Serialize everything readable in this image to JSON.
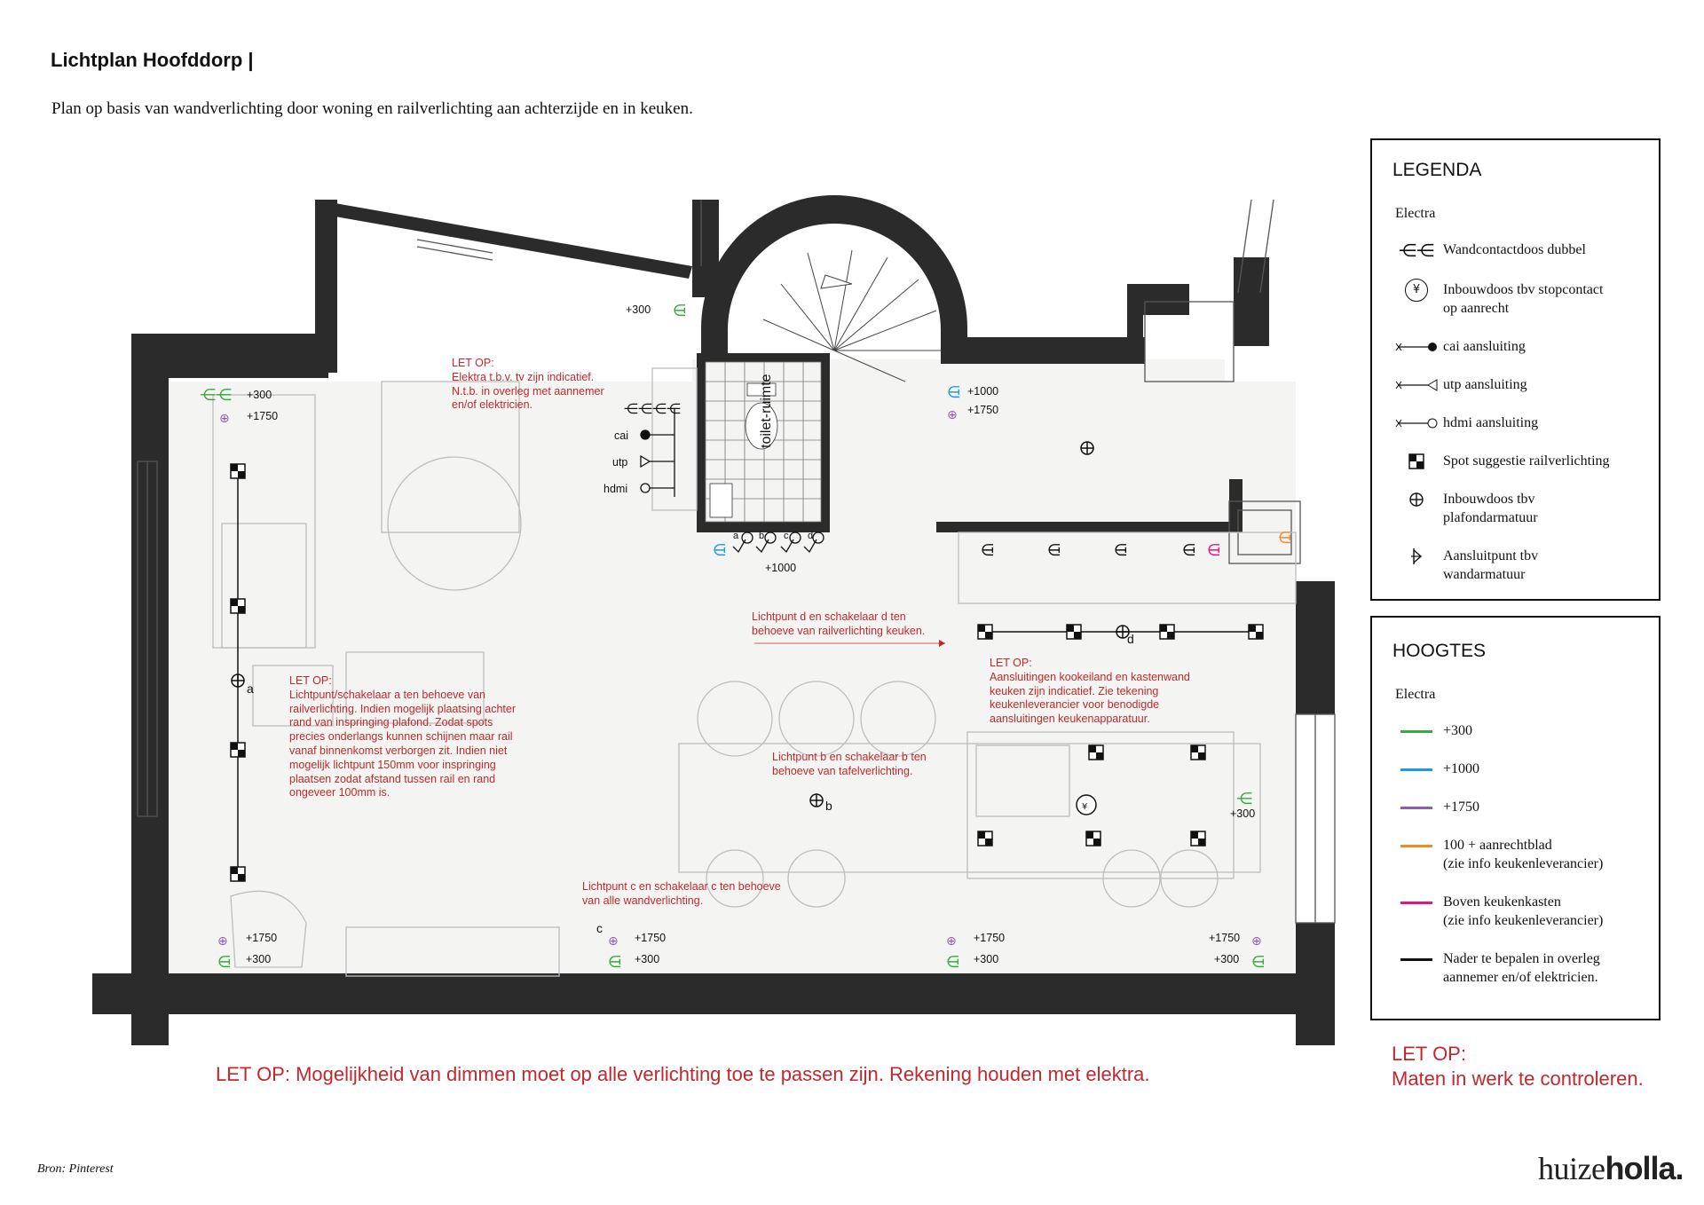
{
  "header": {
    "title": "Lichtplan Hoofddorp |",
    "subtitle": "Plan op basis van wandverlichting door woning en railverlichting aan achterzijde en in keuken."
  },
  "plan_labels": {
    "h300_topmid": "+300",
    "h300_leftwall": "+300",
    "h1750_leftwall": "+1750",
    "h1000_hall": "+1000",
    "h1750_hall": "+1750",
    "h1000_toilet": "+1000",
    "h300_island": "+300",
    "h1750_bottom1": "+1750",
    "h300_bottom1": "+300",
    "h1750_bottom2": "+1750",
    "h300_bottom2": "+300",
    "h1750_bottom3": "+1750",
    "h300_bottom3": "+300",
    "h1750_bottom4": "+1750",
    "h300_bottom4": "+300",
    "cai": "cai",
    "utp": "utp",
    "hdmi": "hdmi",
    "toilet": "toilet-ruimte",
    "letter_a": "a",
    "letter_b": "b",
    "letter_c": "c",
    "letter_d": "d",
    "sw_a": "a",
    "sw_b": "b",
    "sw_c": "c",
    "sw_d": "d"
  },
  "notes": {
    "tv": [
      "LET OP:",
      "Elektra t.b.v. tv zijn indicatief.",
      "N.t.b. in overleg met aannemer",
      "en/of elektricien."
    ],
    "rail_a": [
      "LET OP:",
      "Lichtpunt/schakelaar a ten behoeve van",
      "railverlichting. Indien mogelijk plaatsing achter",
      "rand van inspringing plafond. Zodat spots",
      "precies onderlangs kunnen schijnen maar rail",
      "vanaf binnenkomst verborgen zit. Indien niet",
      "mogelijk lichtpunt 150mm voor inspringing",
      "plaatsen zodat afstand tussen rail en rand",
      "ongeveer 100mm is."
    ],
    "lichtpunt_d": [
      "Lichtpunt d en schakelaar d ten",
      "behoeve van railverlichting keuken."
    ],
    "kookeiland": [
      "LET OP:",
      "Aansluitingen kookeiland en kastenwand",
      "keuken zijn indicatief. Zie tekening",
      "keukenleverancier voor benodigde",
      "aansluitingen keukenapparatuur."
    ],
    "lichtpunt_b": [
      "Lichtpunt b en schakelaar b ten",
      "behoeve van tafelverlichting."
    ],
    "lichtpunt_c": [
      "Lichtpunt c en schakelaar c ten behoeve",
      "van alle wandverlichting."
    ],
    "dimmen": "LET OP: Mogelijkheid van dimmen moet op alle verlichting toe te passen zijn. Rekening houden met elektra.",
    "maten": [
      "LET OP:",
      "Maten in werk te controleren."
    ]
  },
  "legenda": {
    "title": "LEGENDA",
    "section": "Electra",
    "items": [
      {
        "icon": "wall-socket-double-icon",
        "label": [
          "Wandcontactdoos dubbel"
        ]
      },
      {
        "icon": "built-in-socket-icon",
        "label": [
          "Inbouwdoos tbv stopcontact",
          "op aanrecht"
        ]
      },
      {
        "icon": "cai-connection-icon",
        "label": [
          "cai aansluiting"
        ]
      },
      {
        "icon": "utp-connection-icon",
        "label": [
          "utp aansluiting"
        ]
      },
      {
        "icon": "hdmi-connection-icon",
        "label": [
          "hdmi aansluiting"
        ]
      },
      {
        "icon": "rail-spot-icon",
        "label": [
          "Spot suggestie railverlichting"
        ]
      },
      {
        "icon": "ceiling-box-icon",
        "label": [
          "Inbouwdoos tbv",
          "plafondarmatuur"
        ]
      },
      {
        "icon": "wall-fixture-point-icon",
        "label": [
          "Aansluitpunt tbv",
          "wandarmatuur"
        ]
      }
    ]
  },
  "hoogtes": {
    "title": "HOOGTES",
    "section": "Electra",
    "items": [
      {
        "color": "#3aa843",
        "label": [
          "+300"
        ]
      },
      {
        "color": "#1e9be0",
        "label": [
          "+1000"
        ]
      },
      {
        "color": "#8e5bb5",
        "label": [
          "+1750"
        ]
      },
      {
        "color": "#f08a24",
        "label": [
          "100 + aanrechtblad",
          "(zie info keukenleverancier)"
        ]
      },
      {
        "color": "#e0157f",
        "label": [
          "Boven keukenkasten",
          "(zie info keukenleverancier)"
        ]
      },
      {
        "color": "#111111",
        "label": [
          "Nader te bepalen in overleg",
          "aannemer en/of  elektricien."
        ]
      }
    ]
  },
  "footer": {
    "source": "Bron: Pinterest",
    "logo_light": "huize",
    "logo_bold": "holla."
  }
}
